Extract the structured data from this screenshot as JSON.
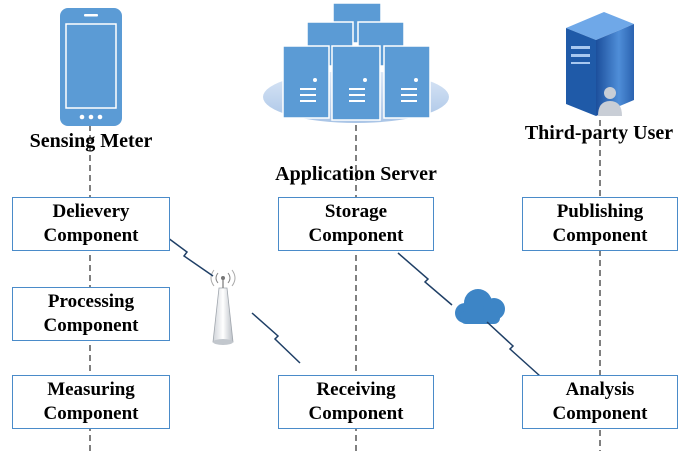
{
  "columns": [
    {
      "title": "Sensing Meter",
      "components": [
        "Delievery Component",
        "Processing Component",
        "Measuring Component"
      ]
    },
    {
      "title": "Application Server",
      "components": [
        "Storage Component",
        "Receiving Component"
      ]
    },
    {
      "title": "Third-party User",
      "components": [
        "Publishing Component",
        "Analysis Component"
      ]
    }
  ],
  "boxes": {
    "delivery": [
      "Delievery",
      "Component"
    ],
    "processing": [
      "Processing",
      "Component"
    ],
    "measuring": [
      "Measuring",
      "Component"
    ],
    "storage": [
      "Storage",
      "Component"
    ],
    "receiving": [
      "Receiving",
      "Component"
    ],
    "publishing": [
      "Publishing",
      "Component"
    ],
    "analysis": [
      "Analysis",
      "Component"
    ]
  },
  "colors": {
    "box_border": "#4a8bc9",
    "device_blue": "#5b9bd5",
    "server_blue": "#4f86c6",
    "cloud_blue": "#3d85c6",
    "lifeline": "#000000"
  },
  "icons": {
    "sensing_meter": "smartphone-icon",
    "application_server": "server-cluster-icon",
    "third_party_user": "user-workstation-icon",
    "wireless_link": "antenna-icon",
    "internet_link": "cloud-icon"
  }
}
